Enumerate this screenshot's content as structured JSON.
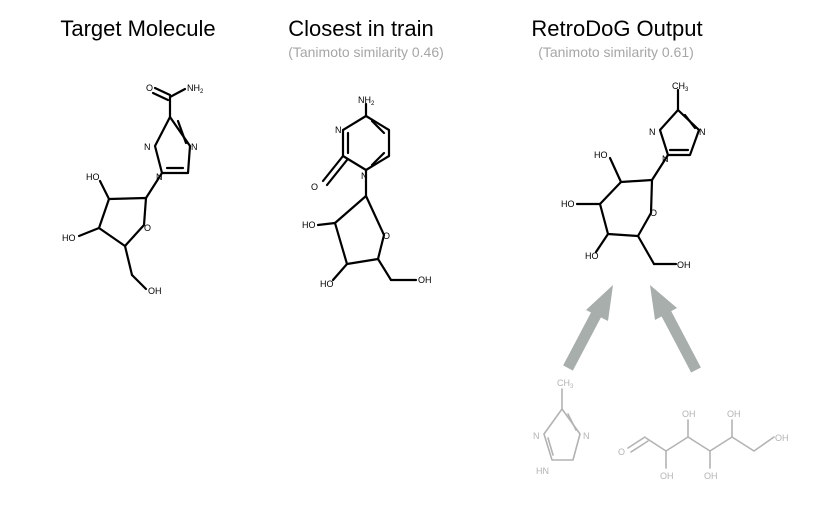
{
  "panels": [
    {
      "title": "Target Molecule",
      "subtitle": ""
    },
    {
      "title": "Closest in train",
      "subtitle": "(Tanimoto similarity 0.46)"
    },
    {
      "title": "RetroDoG Output",
      "subtitle": "(Tanimoto similarity 0.61)"
    }
  ],
  "atoms": {
    "ribavirin": {
      "o_carbonyl": "O",
      "nh2": "NH",
      "nh2_sub": "2",
      "n_a": "N",
      "n_b": "N",
      "n_ring": "N",
      "ho1": "HO",
      "ho2": "HO",
      "o_ring": "O",
      "oh": "OH"
    },
    "cytidine": {
      "nh2": "NH",
      "nh2_sub": "2",
      "n3": "N",
      "n1": "N",
      "o_carbonyl": "O",
      "ho1": "HO",
      "ho2": "HO",
      "o_ring": "O",
      "oh": "OH"
    },
    "output": {
      "ch3": "CH",
      "ch3_sub": "3",
      "n_a": "N",
      "n_b": "N",
      "n_ring": "N",
      "ho1": "HO",
      "ho2": "HO",
      "ho3": "HO",
      "o_ring": "O",
      "oh": "OH"
    },
    "reactant_triazole": {
      "ch3": "CH",
      "ch3_sub": "3",
      "n_a": "N",
      "n_b": "N",
      "hn": "HN"
    },
    "reactant_sugar": {
      "o": "O",
      "oh1": "OH",
      "oh2": "OH",
      "oh3": "OH",
      "oh4": "OH",
      "oh5": "OH"
    }
  },
  "colors": {
    "structure": "#000000",
    "reactant": "#b3b3b3",
    "arrow": "#a8aeab",
    "subtitle": "#a6a6a6"
  }
}
